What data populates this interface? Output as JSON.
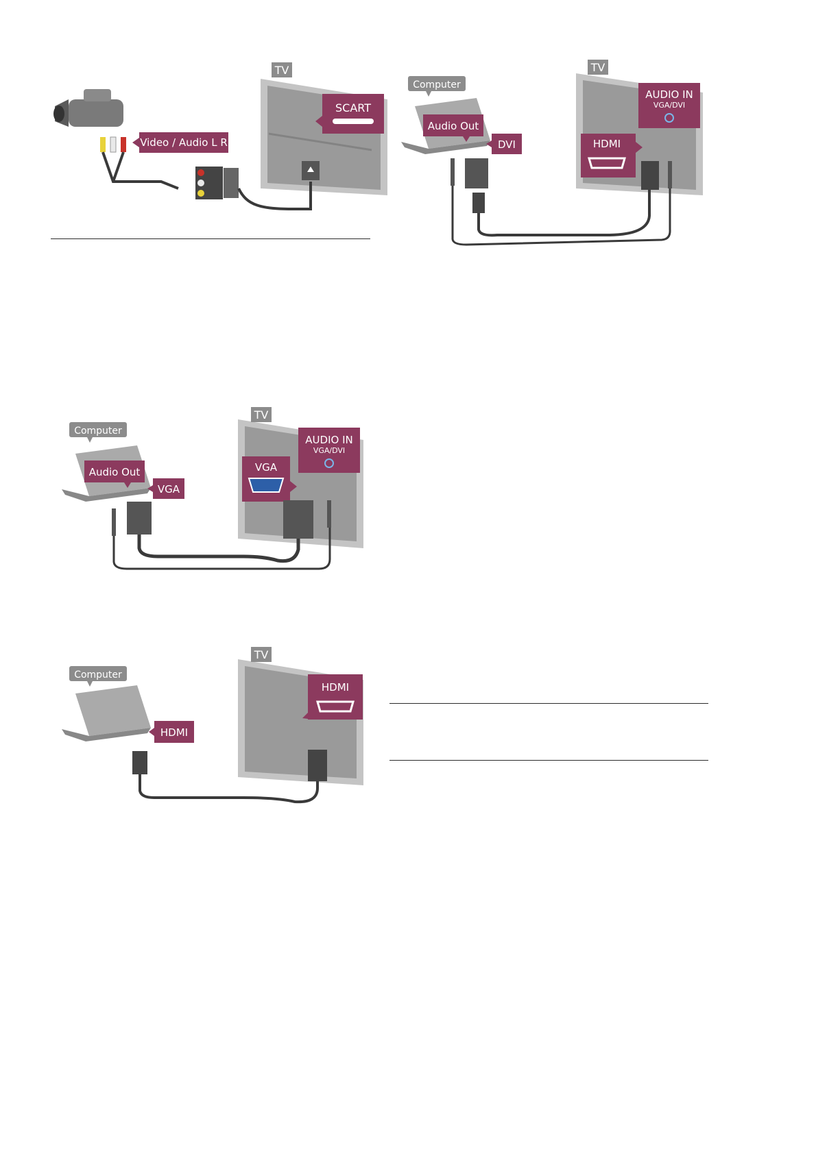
{
  "colors": {
    "callout": "#8c3a5e",
    "gray_callout": "#8c8c8c",
    "tv_body": "#9a9a9a",
    "tv_frame": "#c4c4c4",
    "cable": "#3a3a3a",
    "vga_blue": "#2d5fa8",
    "rca_yellow": "#e8d23a",
    "rca_red": "#c8322a",
    "rca_white": "#e9e9e9"
  },
  "icons": [
    "camcorder-icon",
    "tv-icon",
    "laptop-icon",
    "scart-connector-icon",
    "hdmi-port-icon",
    "vga-port-icon",
    "audio-jack-icon",
    "dvi-connector-icon"
  ],
  "fig_scart": {
    "tv_label": "TV",
    "port_label": "SCART",
    "cable_label": "Video / Audio L R"
  },
  "fig_dvi": {
    "computer_label": "Computer",
    "audio_out_label": "Audio Out",
    "connector_label": "DVI",
    "tv_label": "TV",
    "audio_in_label": "AUDIO IN",
    "audio_in_sub": "VGA/DVI",
    "port_label": "HDMI"
  },
  "fig_vga": {
    "computer_label": "Computer",
    "audio_out_label": "Audio Out",
    "connector_label": "VGA",
    "tv_label": "TV",
    "audio_in_label": "AUDIO IN",
    "audio_in_sub": "VGA/DVI",
    "port_label": "VGA"
  },
  "fig_hdmi": {
    "computer_label": "Computer",
    "connector_label": "HDMI",
    "tv_label": "TV",
    "port_label": "HDMI"
  }
}
